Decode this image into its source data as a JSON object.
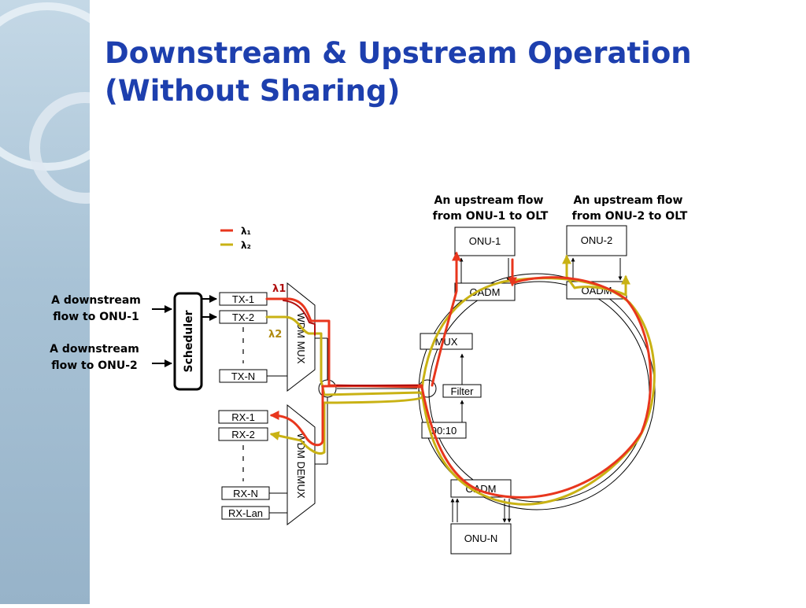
{
  "title": {
    "line1": "Downstream & Upstream Operation",
    "line2": "(Without Sharing)"
  },
  "legend": {
    "lambda1": "λ₁",
    "lambda2": "λ₂"
  },
  "colors": {
    "lambda1": "#e8361d",
    "lambda2": "#c9b214",
    "title": "#1d3fae",
    "dark_red": "#b01010"
  },
  "inputs": {
    "flow1": [
      "A downstream",
      "flow to ONU-1"
    ],
    "flow2": [
      "A downstream",
      "flow to ONU-2"
    ]
  },
  "scheduler": "Scheduler",
  "transmitters": [
    "TX-1",
    "TX-2",
    "TX-N"
  ],
  "receivers": [
    "RX-1",
    "RX-2",
    "RX-N",
    "RX-Lan"
  ],
  "mux_label": "WDM MUX",
  "demux_label": "WDM DEMUX",
  "lambda_labels": {
    "l1": "λ1",
    "l2": "λ2"
  },
  "ring": {
    "mux": "MUX",
    "filter": "Filter",
    "splitter": "90:10",
    "oadm": "OADM",
    "onus": [
      "ONU-1",
      "ONU-2",
      "ONU-N"
    ]
  },
  "annotations": {
    "upstream1": [
      "An upstream flow",
      "from ONU-1 to OLT"
    ],
    "upstream2": [
      "An upstream flow",
      "from ONU-2 to OLT"
    ]
  }
}
